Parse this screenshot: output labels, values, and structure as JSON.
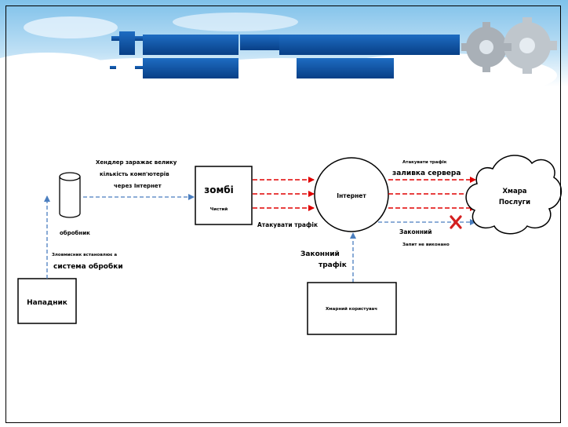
{
  "diagram": {
    "attacker": "Нападник",
    "attacker_caption_small": "Зловмисник встановлює а",
    "attacker_caption_big": "система обробки",
    "handler": "обробник",
    "handler_caption": [
      "Хендлер заражає велику",
      "кількість комп'ютерів",
      "через Інтернет"
    ],
    "zombie_title": "зомбі",
    "zombie_sub": "Чистий",
    "attack_traffic_left": "Атакувати трафік",
    "internet": "Інтернет",
    "attack_traffic_right_small": "Атакувати трафік",
    "server_flood": "заливка сервера",
    "cloud_title": "Хмара",
    "cloud_sub": "Послуги",
    "legit_right": "Законний",
    "request_failed": "Запит не виконано",
    "legit_traffic_1": "Законний",
    "legit_traffic_2": "трафік",
    "cloud_user": "Хмарний користувач"
  },
  "colors": {
    "attack_arrow": "#e00000",
    "legit_arrow": "#4a7ebf",
    "title_bar": "#0b4fa0",
    "fail_mark": "#d42020"
  }
}
